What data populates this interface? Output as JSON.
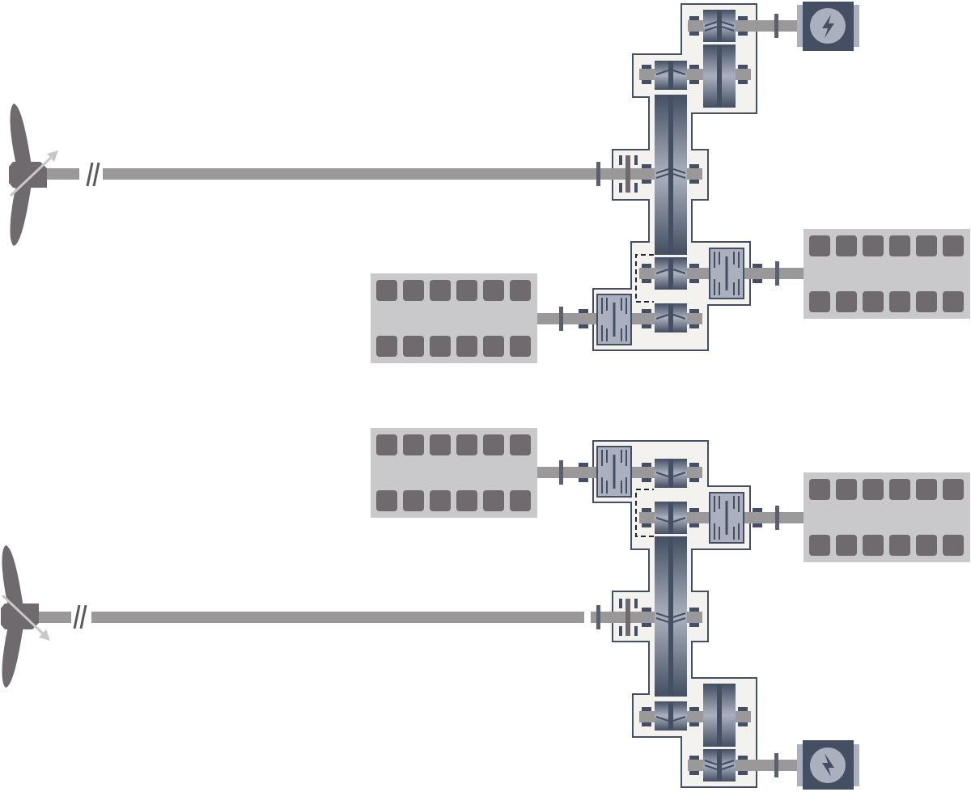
{
  "diagram": {
    "type": "twin-shaft marine propulsion arrangement",
    "units": [
      {
        "name": "upper",
        "propeller_icon": "propeller-icon",
        "motor_icon": "lightning-icon",
        "engines": 2
      },
      {
        "name": "lower",
        "propeller_icon": "propeller-icon",
        "motor_icon": "lightning-icon",
        "engines": 2
      }
    ]
  },
  "colors": {
    "casing_fill": "#f3f2ef",
    "casing_stroke": "#444f63",
    "gear_dark": "#444f63",
    "gear_light": "#aab0be",
    "shaft": "#9b9899",
    "engine_body": "#c9c8cb",
    "engine_cylinder": "#6f6a6d",
    "propeller": "#6f6a6d",
    "motor": "#444f63"
  }
}
